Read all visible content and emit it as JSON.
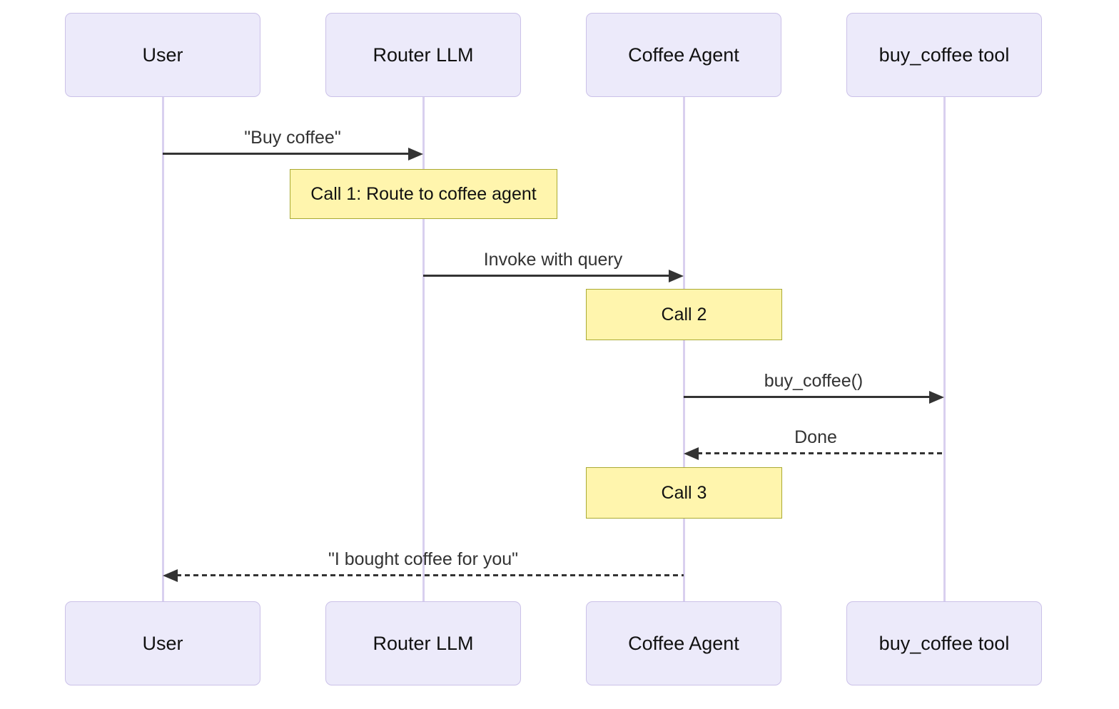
{
  "diagram_type": "sequence-diagram",
  "actors": [
    {
      "label": "User"
    },
    {
      "label": "Router LLM"
    },
    {
      "label": "Coffee Agent"
    },
    {
      "label": "buy_coffee tool"
    }
  ],
  "messages": [
    {
      "label": "\"Buy coffee\"",
      "from": "User",
      "to": "Router LLM",
      "line": "solid",
      "direction": "right"
    },
    {
      "label": "Invoke with query",
      "from": "Router LLM",
      "to": "Coffee Agent",
      "line": "solid",
      "direction": "right"
    },
    {
      "label": "buy_coffee()",
      "from": "Coffee Agent",
      "to": "buy_coffee tool",
      "line": "solid",
      "direction": "right"
    },
    {
      "label": "Done",
      "from": "buy_coffee tool",
      "to": "Coffee Agent",
      "line": "dashed",
      "direction": "left"
    },
    {
      "label": "\"I bought coffee for you\"",
      "from": "Coffee Agent",
      "to": "User",
      "line": "dashed",
      "direction": "left"
    }
  ],
  "notes": [
    {
      "label": "Call 1: Route to coffee agent",
      "over": "Router LLM"
    },
    {
      "label": "Call 2",
      "over": "Coffee Agent"
    },
    {
      "label": "Call 3",
      "over": "Coffee Agent"
    }
  ],
  "colors": {
    "background": "#ffffff",
    "actor_fill": "#eceafa",
    "actor_border": "#cbc1e8",
    "lifeline": "#d9d0ef",
    "note_fill": "#fff5ad",
    "note_border": "#aaaa33",
    "arrow": "#333333",
    "label_text": "#333333",
    "actor_text": "#111111"
  }
}
